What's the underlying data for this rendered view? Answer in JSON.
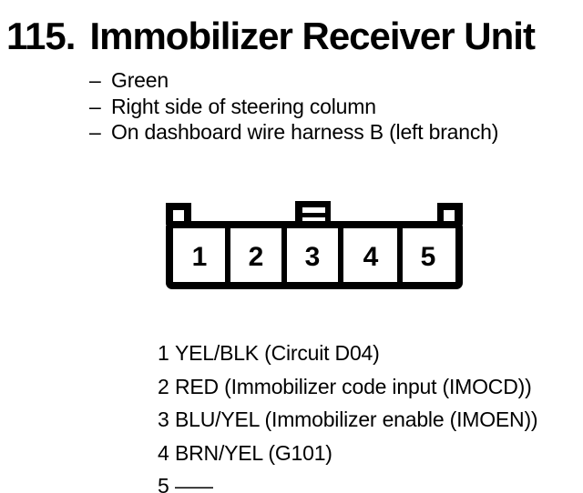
{
  "page": {
    "background": "#ffffff",
    "ink": "#000000"
  },
  "heading": {
    "number": "115.",
    "title": "Immobilizer Receiver Unit"
  },
  "details": {
    "dash": "–",
    "items": [
      "Green",
      "Right side of steering column",
      "On dashboard wire harness B (left branch)"
    ]
  },
  "connector": {
    "description": "5-cavity connector, front view",
    "cavity_labels": [
      "1",
      "2",
      "3",
      "4",
      "5"
    ]
  },
  "pinout": {
    "rows": [
      {
        "pin": "1",
        "desc": "YEL/BLK (Circuit D04)"
      },
      {
        "pin": "2",
        "desc": "RED (Immobilizer code input (IMOCD))"
      },
      {
        "pin": "3",
        "desc": "BLU/YEL (Immobilizer enable (IMOEN))"
      },
      {
        "pin": "4",
        "desc": "BRN/YEL (G101)"
      },
      {
        "pin": "5",
        "desc": "——"
      }
    ]
  }
}
